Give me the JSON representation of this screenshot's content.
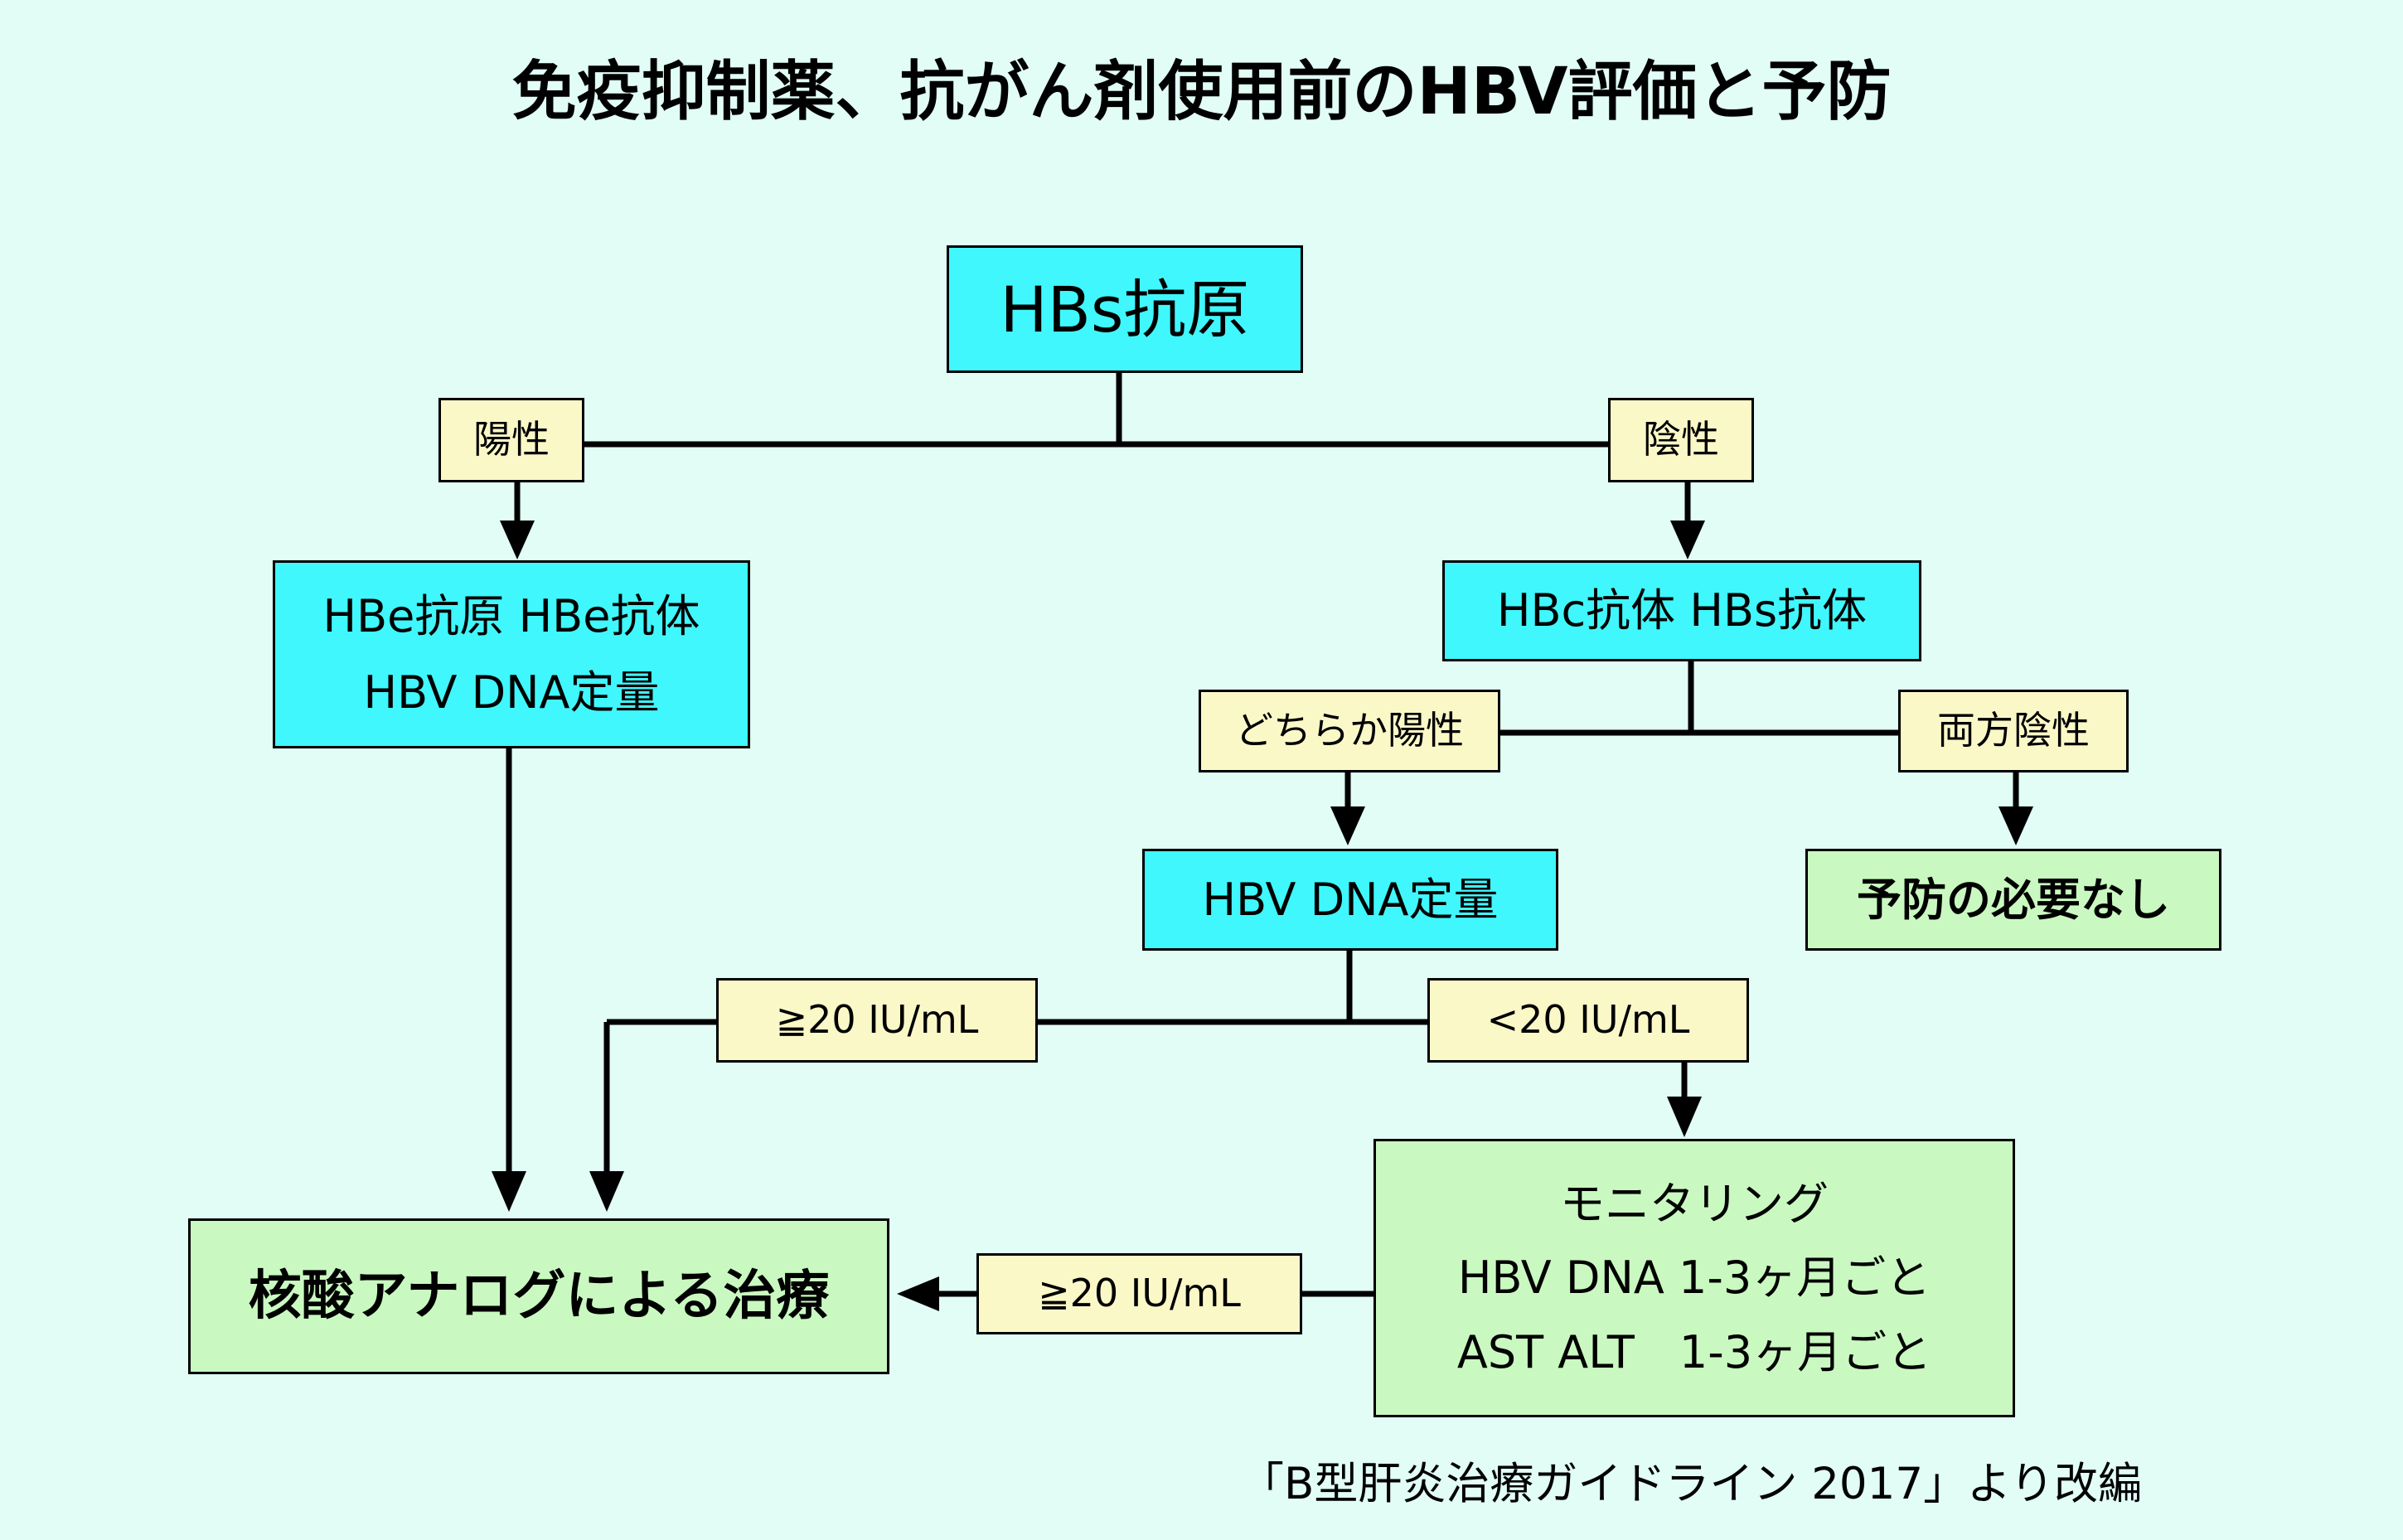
{
  "title": "免疫抑制薬、抗がん剤使用前のHBV評価と予防",
  "nodes": {
    "hbs_antigen": "HBs抗原",
    "positive": "陽性",
    "negative": "陰性",
    "hbe_test": [
      "HBe抗原 HBe抗体",
      "HBV DNA定量"
    ],
    "hbc_test": "HBc抗体 HBs抗体",
    "either_positive": "どちらか陽性",
    "both_negative": "両方陰性",
    "hbv_dna_quant": "HBV DNA定量",
    "no_prophylaxis": "予防の必要なし",
    "ge20_upper": "≧20 IU/mL",
    "lt20": "<20 IU/mL",
    "monitoring": [
      "モニタリング",
      "HBV DNA 1-3ヶ月ごと",
      "AST ALT　1-3ヶ月ごと"
    ],
    "ge20_lower": "≧20 IU/mL",
    "treatment": "核酸アナログによる治療"
  },
  "source": "「B型肝炎治療ガイドライン 2017」より改編"
}
